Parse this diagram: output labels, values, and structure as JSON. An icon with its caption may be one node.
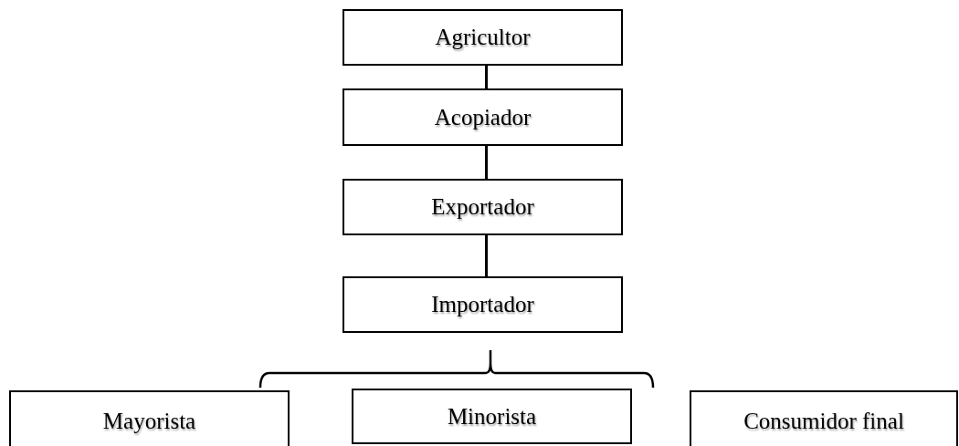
{
  "diagram": {
    "nodes": [
      {
        "text": [
          "Agricultor"
        ]
      },
      {
        "text": [
          "Acopiador"
        ]
      },
      {
        "text": [
          "Exportador"
        ]
      },
      {
        "text": [
          "Importador"
        ]
      },
      {
        "text": [
          "Mayorista"
        ]
      },
      {
        "text": [
          "Minorista"
        ]
      },
      {
        "text": [
          "Consumidor final"
        ]
      }
    ],
    "edges": [
      {
        "from": 0,
        "to": 1,
        "arrow": "none"
      },
      {
        "from": 1,
        "to": 2,
        "arrow": "none"
      },
      {
        "from": 2,
        "to": 3,
        "arrow": "none"
      }
    ]
  }
}
